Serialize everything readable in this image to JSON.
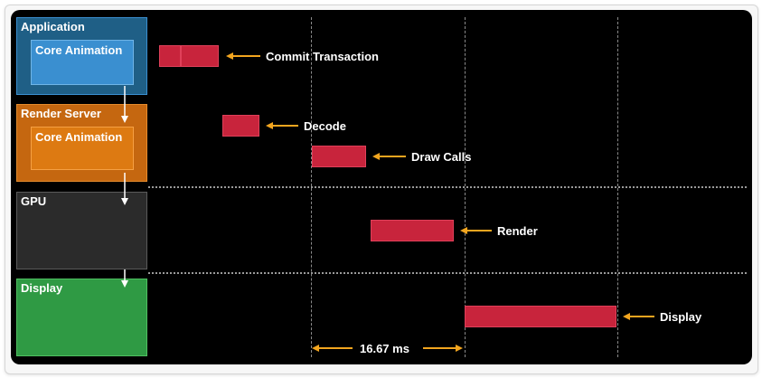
{
  "colors": {
    "application": "#1f5f86",
    "core_animation_app": "#3a8fd0",
    "render_server": "#c56710",
    "core_animation_render": "#dd7a12",
    "gpu": "#2b2b2b",
    "display": "#2f9a44",
    "bar": "#c8243c",
    "arrow": "#f2a51f"
  },
  "lanes": {
    "application": "Application",
    "application_inner": "Core Animation",
    "render_server": "Render Server",
    "render_server_inner": "Core Animation",
    "gpu": "GPU",
    "display": "Display"
  },
  "annotations": {
    "commit": "Commit Transaction",
    "decode": "Decode",
    "draw": "Draw Calls",
    "render": "Render",
    "display": "Display"
  },
  "timing_label": "16.67 ms"
}
